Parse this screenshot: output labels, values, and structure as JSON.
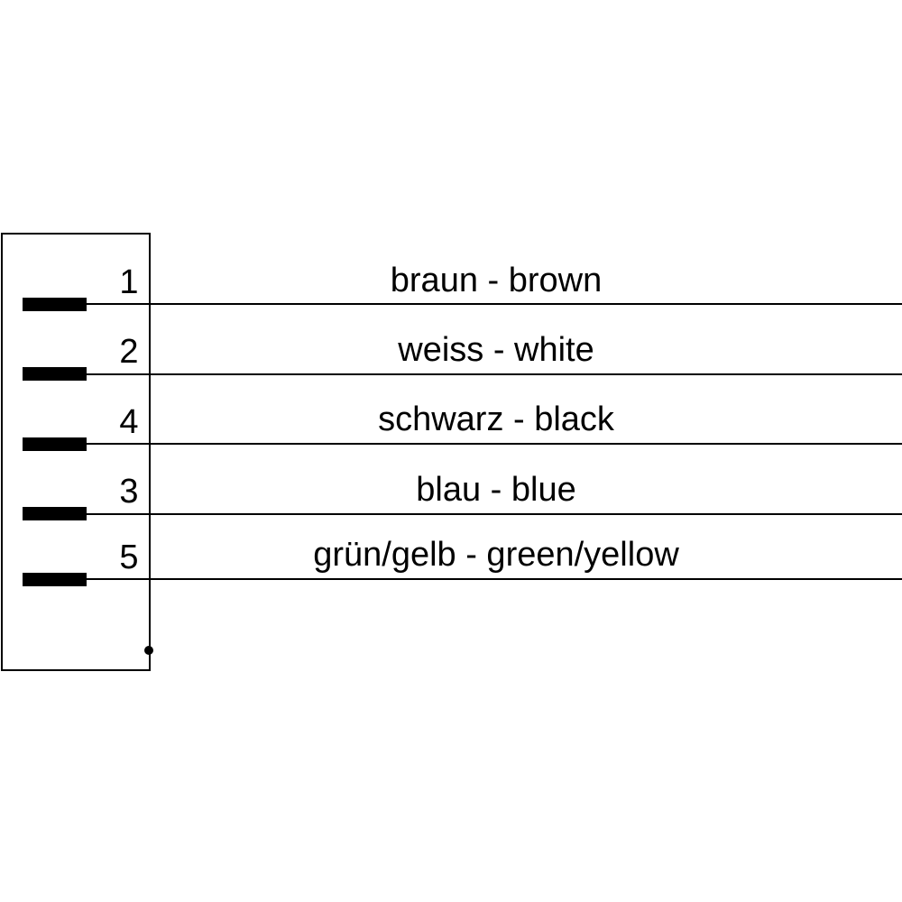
{
  "wires": [
    {
      "pin": "1",
      "label": "braun - brown"
    },
    {
      "pin": "2",
      "label": "weiss - white"
    },
    {
      "pin": "4",
      "label": "schwarz - black"
    },
    {
      "pin": "3",
      "label": "blau - blue"
    },
    {
      "pin": "5",
      "label": "grün/gelb - green/yellow"
    }
  ]
}
